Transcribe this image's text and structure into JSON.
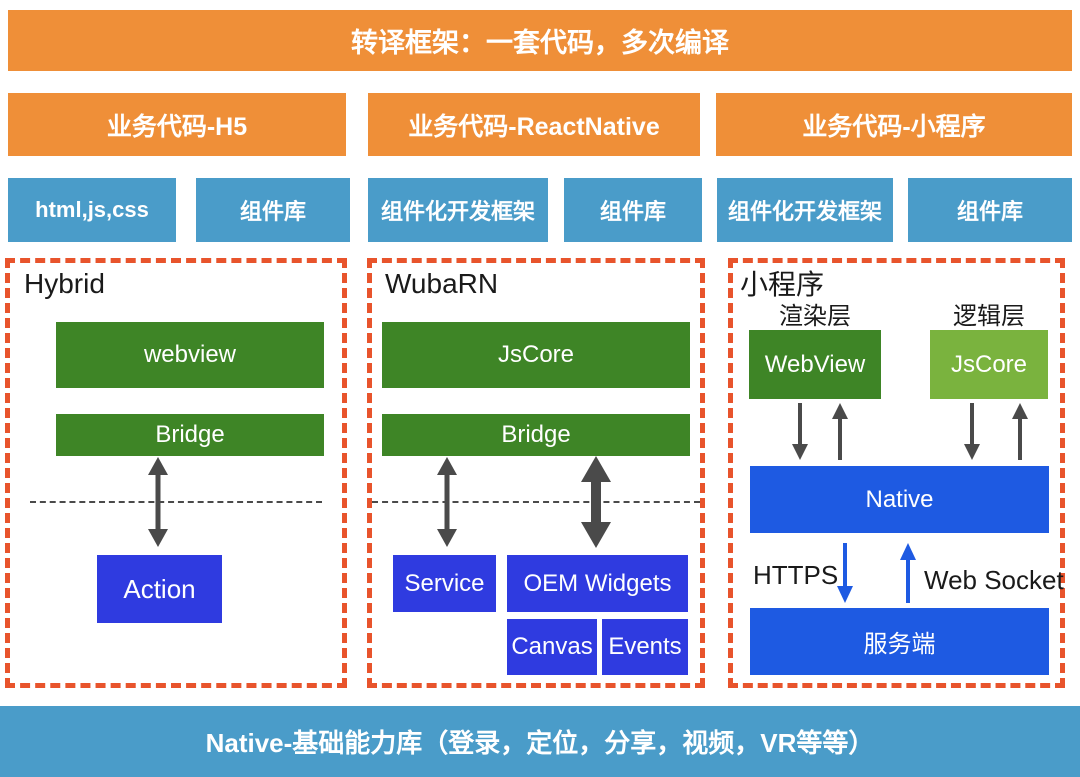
{
  "title_banner": {
    "label": "转译框架：一套代码，多次编译"
  },
  "business_row": [
    {
      "label": "业务代码-H5"
    },
    {
      "label": "业务代码-ReactNative"
    },
    {
      "label": "业务代码-小程序"
    }
  ],
  "tech_row": [
    {
      "label": "html,js,css"
    },
    {
      "label": "组件库"
    },
    {
      "label": "组件化开发框架"
    },
    {
      "label": "组件库"
    },
    {
      "label": "组件化开发框架"
    },
    {
      "label": "组件库"
    }
  ],
  "panels": {
    "hybrid": {
      "title": "Hybrid",
      "webview_label": "webview",
      "bridge_label": "Bridge",
      "action_label": "Action"
    },
    "wubarn": {
      "title": "WubaRN",
      "jscore_label": "JsCore",
      "bridge_label": "Bridge",
      "service_label": "Service",
      "oem_widgets_label": "OEM Widgets",
      "canvas_label": "Canvas",
      "events_label": "Events"
    },
    "miniprogram": {
      "title": "小程序",
      "render_layer_label": "渲染层",
      "logic_layer_label": "逻辑层",
      "webview_label": "WebView",
      "jscore_label": "JsCore",
      "native_label": "Native",
      "https_label": "HTTPS",
      "web_socket_label": "Web Socket",
      "server_label": "服务端"
    }
  },
  "bottom_banner": {
    "label": "Native-基础能力库（登录，定位，分享，视频，VR等等）"
  },
  "colors": {
    "orange": "#EF8F38",
    "steel_blue": "#4A9CC9",
    "green": "#3E8526",
    "light_green": "#7AB33E",
    "indigo_blue": "#2F3BE0",
    "azure_blue": "#1E5AE2",
    "panel_dash_border": "#E8542C",
    "arrow_gray": "#4A4A4A"
  }
}
